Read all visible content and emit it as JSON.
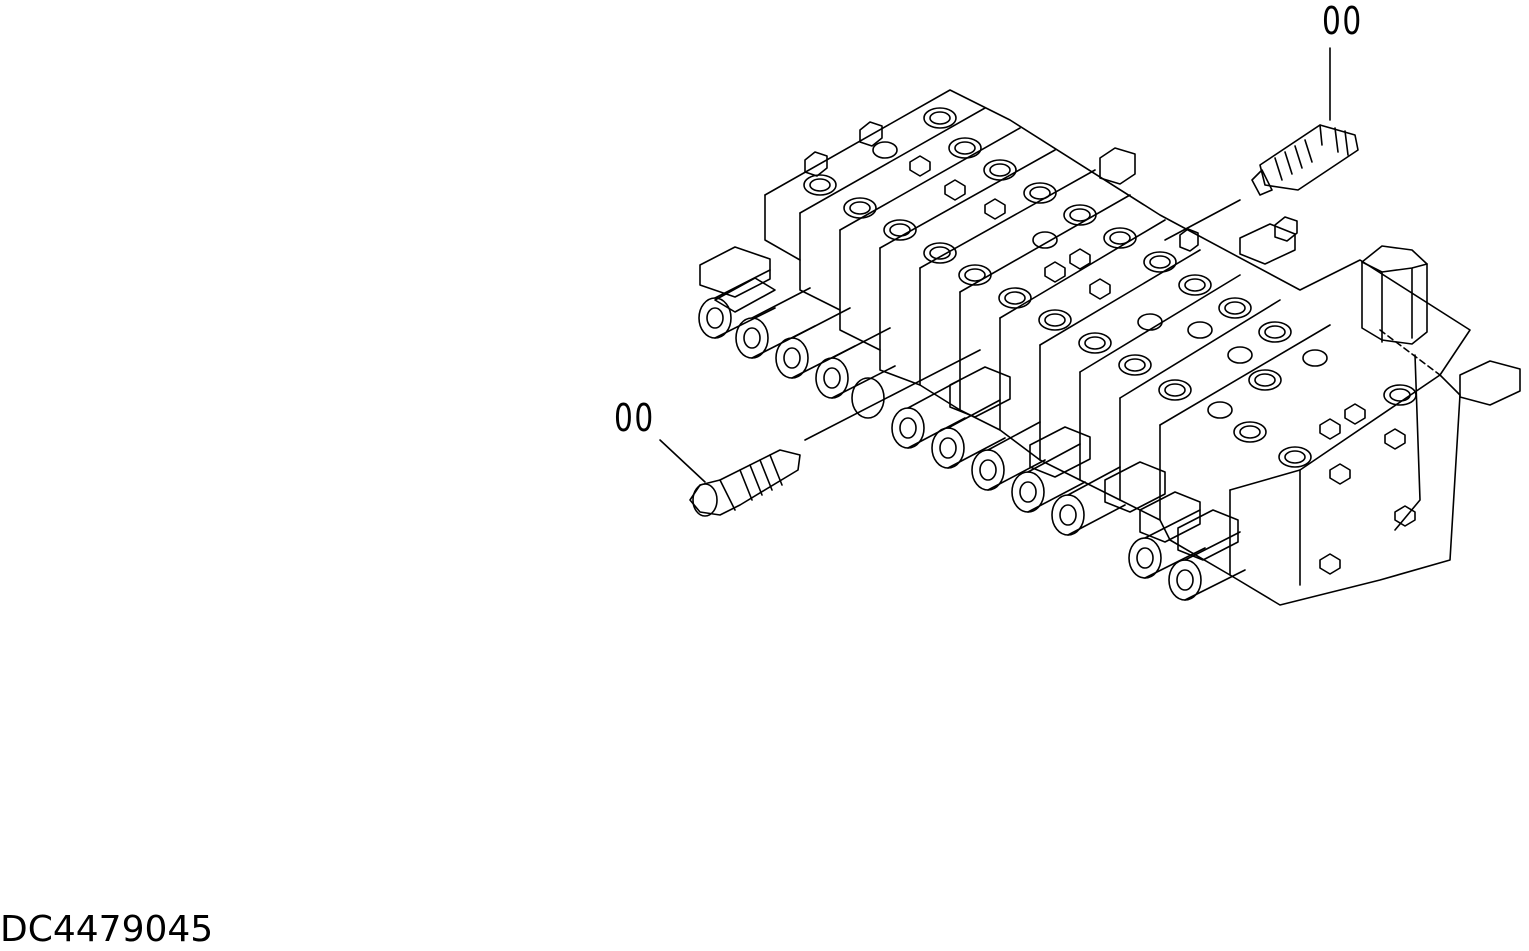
{
  "callouts": {
    "top_right": "00",
    "left": "00"
  },
  "drawing_id": "DC4479045"
}
